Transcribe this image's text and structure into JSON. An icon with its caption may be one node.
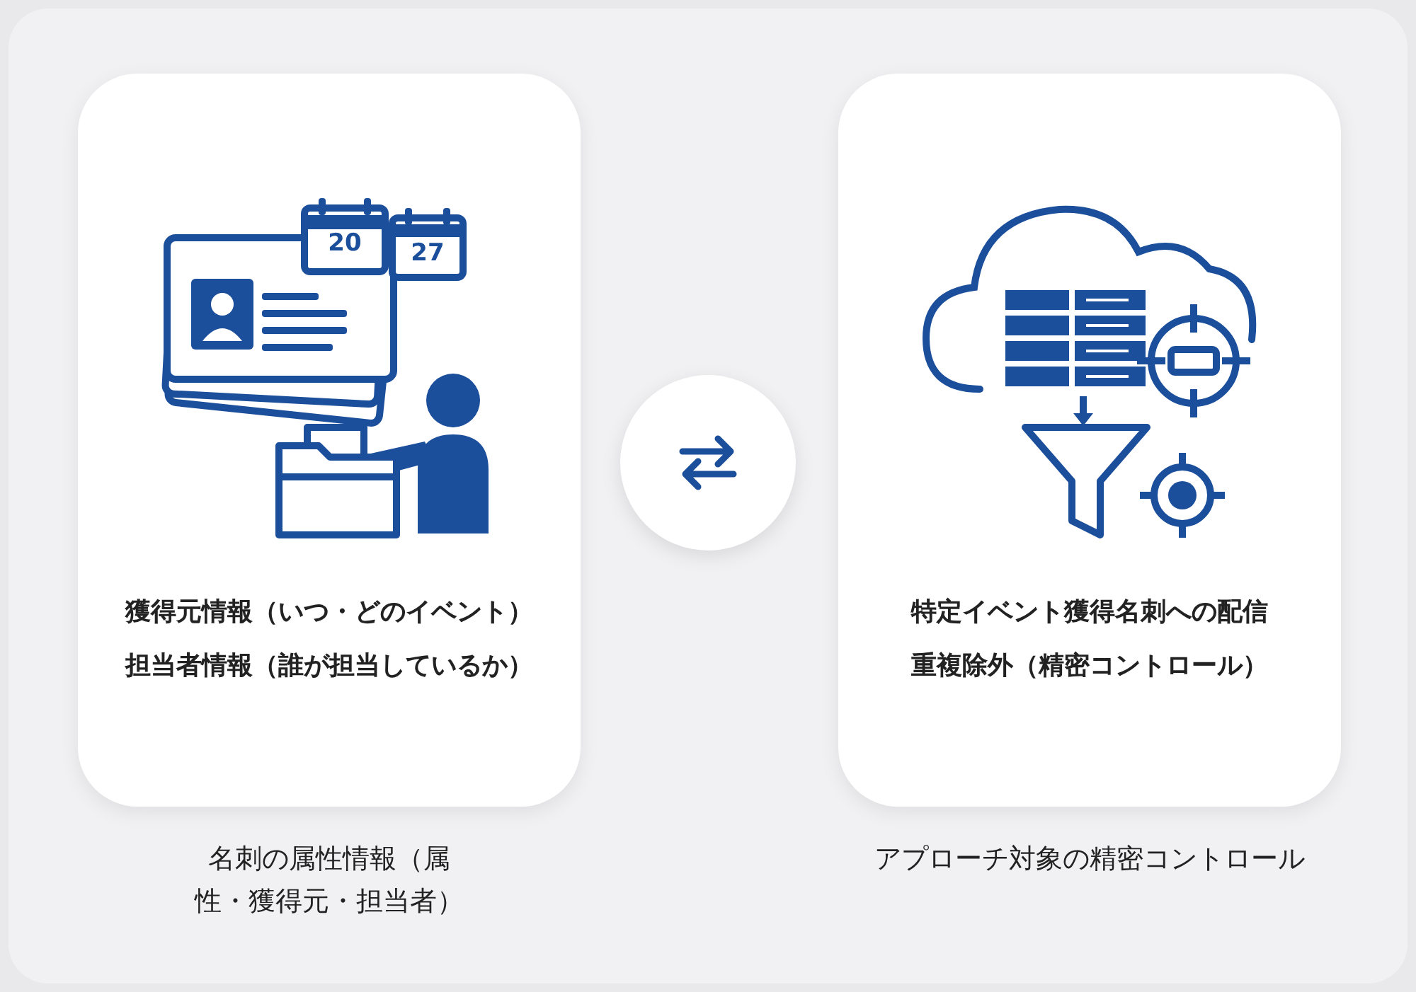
{
  "diagram": {
    "nodes": [
      {
        "text": [
          "獲得元情報（いつ・どのイベント）",
          "担当者情報（誰が担当しているか）"
        ],
        "beside": [
          "名刺の属性情報（属性・獲得元・担当者）"
        ]
      },
      {
        "text": [],
        "shape": "circle"
      },
      {
        "text": [
          "特定イベント獲得名刺への配信",
          "重複除外（精密コントロール）"
        ],
        "beside": [
          "アプローチ対象の精密コントロール"
        ]
      }
    ],
    "labels": [
      "20",
      "27"
    ]
  }
}
